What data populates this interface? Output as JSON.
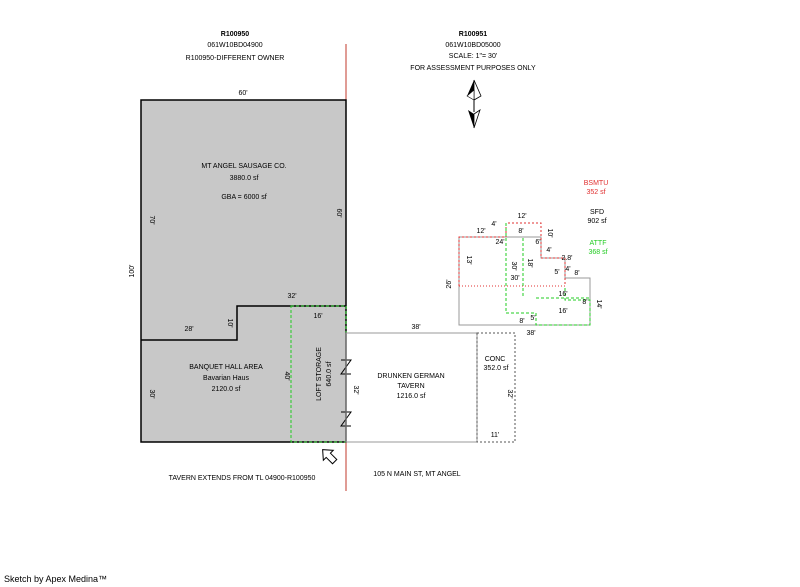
{
  "parcel_left": {
    "id": "R100950",
    "tax_lot": "061W10BD04900",
    "note": "R100950-DIFFERENT OWNER"
  },
  "parcel_right": {
    "id": "R100951",
    "tax_lot": "061W10BD05000",
    "scale": "SCALE: 1\"= 30'",
    "purpose": "FOR ASSESSMENT PURPOSES ONLY"
  },
  "buildings": {
    "sausage": {
      "name": "MT ANGEL SAUSAGE CO.",
      "area": "3880.0 sf",
      "gba": "GBA = 6000 sf"
    },
    "banquet": {
      "name": "BANQUET HALL AREA",
      "sub": "Bavarian Haus",
      "area": "2120.0 sf"
    },
    "loft": {
      "name": "LOFT STORAGE",
      "area": "640.0 sf"
    },
    "tavern": {
      "name": "DRUNKEN GERMAN",
      "sub": "TAVERN",
      "area": "1216.0 sf"
    },
    "conc": {
      "name": "CONC",
      "area": "352.0 sf"
    },
    "bsmtu": {
      "name": "BSMTU",
      "area": "352 sf",
      "color": "#e03030"
    },
    "sfd": {
      "name": "SFD",
      "area": "902 sf",
      "color": "#000000"
    },
    "attf": {
      "name": "ATTF",
      "area": "368 sf",
      "color": "#22cc22"
    }
  },
  "dimensions": {
    "top_60": "60'",
    "left_100": "100'",
    "left_70": "70'",
    "right_60": "60'",
    "d32": "32'",
    "d28": "28'",
    "d10": "10'",
    "d30": "30'",
    "d40": "40'",
    "d16": "16'",
    "d38": "38'",
    "d32b": "32'",
    "d11": "11'",
    "d32c": "32'",
    "h12a": "12'",
    "h4": "4'",
    "h12b": "12'",
    "h8a": "8'",
    "h24": "24'",
    "h6": "6'",
    "h10": "10'",
    "h13": "13'",
    "h30v": "30'",
    "h18": "18'",
    "h4b": "4'",
    "h28": "2.8'",
    "h4c": "4'",
    "h5": "5'",
    "h8b": "8'",
    "h30": "30'",
    "h26": "26'",
    "h16a": "16'",
    "h8c": "8'",
    "h14": "14'",
    "h16b": "16'",
    "h5b": "5'",
    "h8d": "8'",
    "h38": "38'"
  },
  "captions": {
    "tavern_extends": "TAVERN EXTENDS FROM TL 04900-R100950",
    "address": "105 N MAIN ST, MT ANGEL"
  },
  "footer": "Sketch by Apex Medina™",
  "colors": {
    "building_fill": "#c8c8c8",
    "lot_line": "#c0392b",
    "red": "#e03030",
    "green": "#22cc22"
  }
}
